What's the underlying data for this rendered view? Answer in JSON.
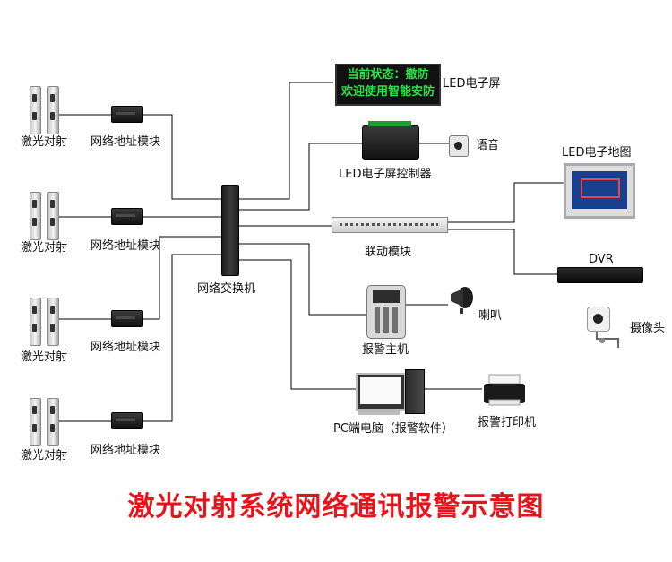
{
  "title": "激光对射系统网络通讯报警示意图",
  "sensors": {
    "pair_label": "激光对射",
    "module_label": "网络地址模块",
    "rows": [
      {
        "pair_label": "激光对射",
        "module_label": "网络地址模块"
      },
      {
        "pair_label": "激光对射",
        "module_label": "网络地址模块"
      },
      {
        "pair_label": "激光对射",
        "module_label": "网络地址模块"
      },
      {
        "pair_label": "激光对射",
        "module_label": "网络地址模块"
      }
    ]
  },
  "switch_label": "网络交换机",
  "led_screen": {
    "label": "LED电子屏",
    "line1": "当前状态：撤防",
    "line2": "欢迎使用智能安防"
  },
  "led_controller_label": "LED电子屏控制器",
  "voice_label": "语音",
  "linkage_label": "联动模块",
  "led_map_label": "LED电子地图",
  "dvr_label": "DVR",
  "camera_label": "摄像头",
  "alarm_host_label": "报警主机",
  "horn_label": "喇叭",
  "pc_label": "PC端电脑（报警软件）",
  "printer_label": "报警打印机",
  "colors": {
    "title": "#e8141b",
    "led_text": "#29e34a",
    "lines": "#000000"
  }
}
